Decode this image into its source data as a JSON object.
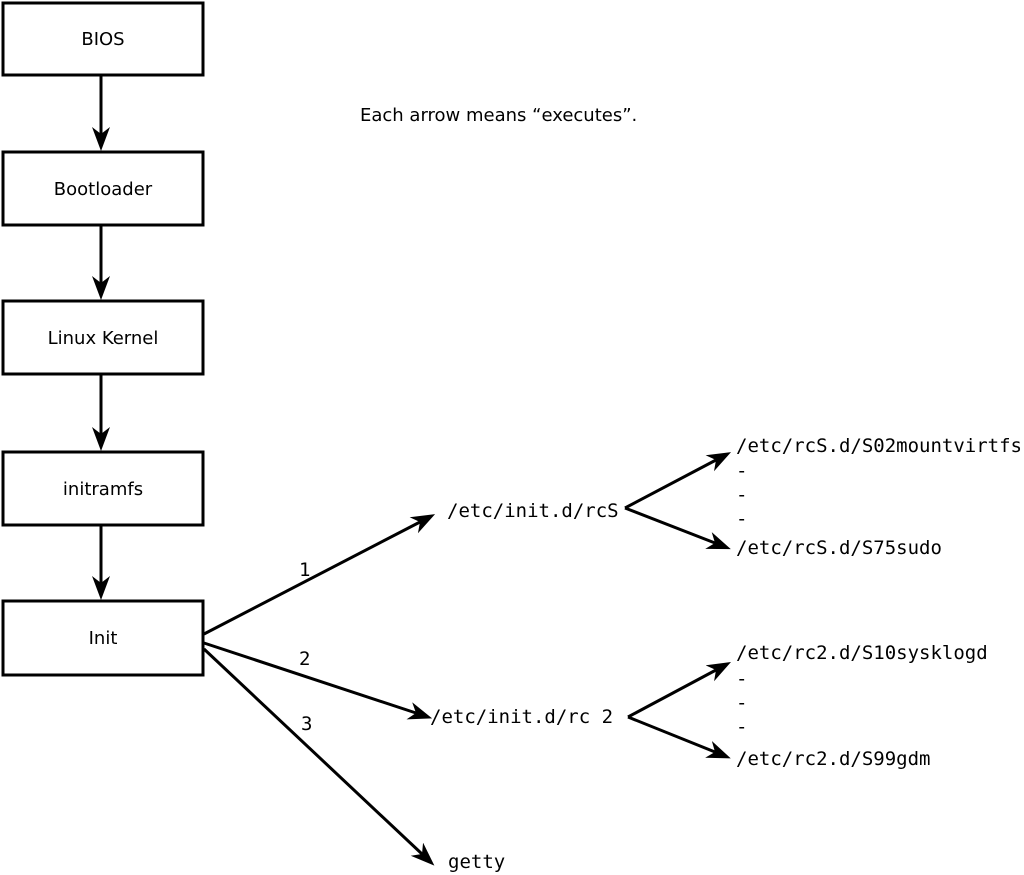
{
  "colors": {
    "background": "#ffffff",
    "stroke": "#000000",
    "box_fill": "#ffffff",
    "text": "#000000"
  },
  "legend": {
    "text": "Each arrow means “executes”."
  },
  "boot_chain": {
    "boxes": [
      {
        "label": "BIOS"
      },
      {
        "label": "Bootloader"
      },
      {
        "label": "Linux Kernel"
      },
      {
        "label": "initramfs"
      },
      {
        "label": "Init"
      }
    ]
  },
  "init_targets": {
    "arrow1_label": "1",
    "arrow2_label": "2",
    "arrow3_label": "3",
    "rcS_script": "/etc/init.d/rcS",
    "rc2_script": "/etc/init.d/rc 2",
    "getty_label": "getty"
  },
  "rcS_dir": {
    "first": "/etc/rcS.d/S02mountvirtfs",
    "ellipsis1": "-",
    "ellipsis2": "-",
    "ellipsis3": "-",
    "last": "/etc/rcS.d/S75sudo"
  },
  "rc2_dir": {
    "first": "/etc/rc2.d/S10sysklogd",
    "ellipsis1": "-",
    "ellipsis2": "-",
    "ellipsis3": "-",
    "last": "/etc/rc2.d/S99gdm"
  }
}
